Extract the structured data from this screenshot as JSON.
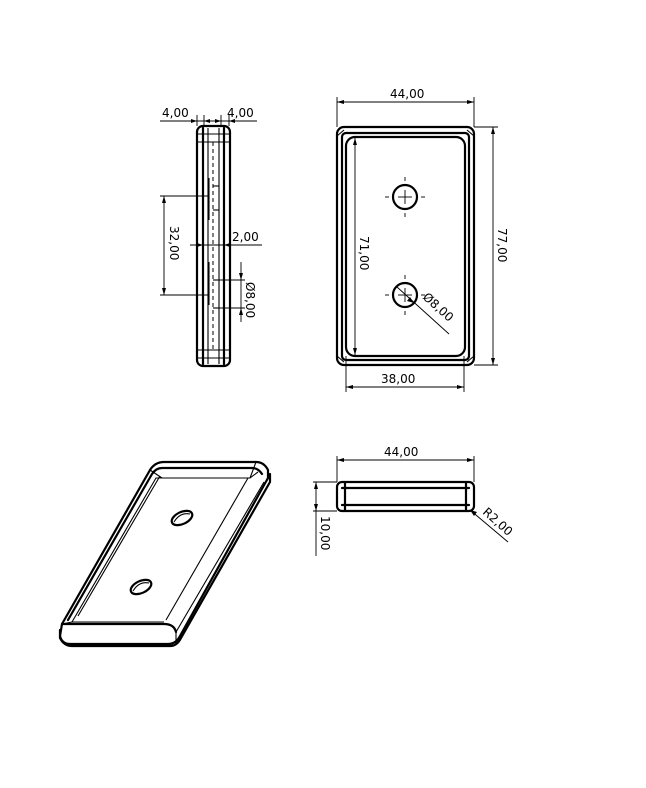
{
  "drawing": {
    "colors": {
      "line": "#000000",
      "background": "#ffffff"
    },
    "side_view": {
      "dimensions": {
        "left_wall": "4,00",
        "right_wall": "4,00",
        "hole_spacing": "32,00",
        "floor_thickness": "2,00",
        "hole_diameter": "Ø8,00"
      }
    },
    "top_view": {
      "dimensions": {
        "overall_width": "44,00",
        "overall_length": "77,00",
        "inner_length": "71,00",
        "inner_width": "38,00",
        "hole_diameter": "Ø8,00"
      }
    },
    "front_view": {
      "dimensions": {
        "overall_width": "44,00",
        "height": "10,00",
        "corner_radius": "R2,00"
      }
    },
    "isometric_view": {
      "label": ""
    }
  }
}
